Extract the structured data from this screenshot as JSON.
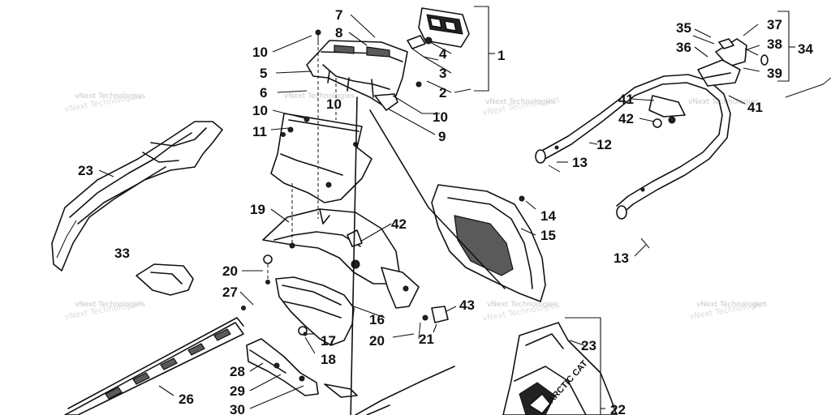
{
  "callouts": [
    {
      "id": "c1",
      "text": "1"
    },
    {
      "id": "c2",
      "text": "2"
    },
    {
      "id": "c3",
      "text": "3"
    },
    {
      "id": "c4",
      "text": "4"
    },
    {
      "id": "c5",
      "text": "5"
    },
    {
      "id": "c6",
      "text": "6"
    },
    {
      "id": "c7",
      "text": "7"
    },
    {
      "id": "c8",
      "text": "8"
    },
    {
      "id": "c9",
      "text": "9"
    },
    {
      "id": "c10a",
      "text": "10"
    },
    {
      "id": "c10b",
      "text": "10"
    },
    {
      "id": "c10c",
      "text": "10"
    },
    {
      "id": "c10d",
      "text": "10"
    },
    {
      "id": "c11",
      "text": "11"
    },
    {
      "id": "c12",
      "text": "12"
    },
    {
      "id": "c13a",
      "text": "13"
    },
    {
      "id": "c13b",
      "text": "13"
    },
    {
      "id": "c14",
      "text": "14"
    },
    {
      "id": "c15",
      "text": "15"
    },
    {
      "id": "c16",
      "text": "16"
    },
    {
      "id": "c17",
      "text": "17"
    },
    {
      "id": "c18",
      "text": "18"
    },
    {
      "id": "c19",
      "text": "19"
    },
    {
      "id": "c20a",
      "text": "20"
    },
    {
      "id": "c20b",
      "text": "20"
    },
    {
      "id": "c21",
      "text": "21"
    },
    {
      "id": "c22",
      "text": "22"
    },
    {
      "id": "c23a",
      "text": "23"
    },
    {
      "id": "c23b",
      "text": "23"
    },
    {
      "id": "c26",
      "text": "26"
    },
    {
      "id": "c27",
      "text": "27"
    },
    {
      "id": "c28",
      "text": "28"
    },
    {
      "id": "c29",
      "text": "29"
    },
    {
      "id": "c30",
      "text": "30"
    },
    {
      "id": "c33",
      "text": "33"
    },
    {
      "id": "c34",
      "text": "34"
    },
    {
      "id": "c35",
      "text": "35"
    },
    {
      "id": "c36",
      "text": "36"
    },
    {
      "id": "c37",
      "text": "37"
    },
    {
      "id": "c38",
      "text": "38"
    },
    {
      "id": "c39",
      "text": "39"
    },
    {
      "id": "c41a",
      "text": "41"
    },
    {
      "id": "c41b",
      "text": "41"
    },
    {
      "id": "c42a",
      "text": "42"
    },
    {
      "id": "c42b",
      "text": "42"
    },
    {
      "id": "c43",
      "text": "43"
    }
  ],
  "watermark": "vNext Technologies",
  "hood_lettering": "ARCTIC CAT"
}
